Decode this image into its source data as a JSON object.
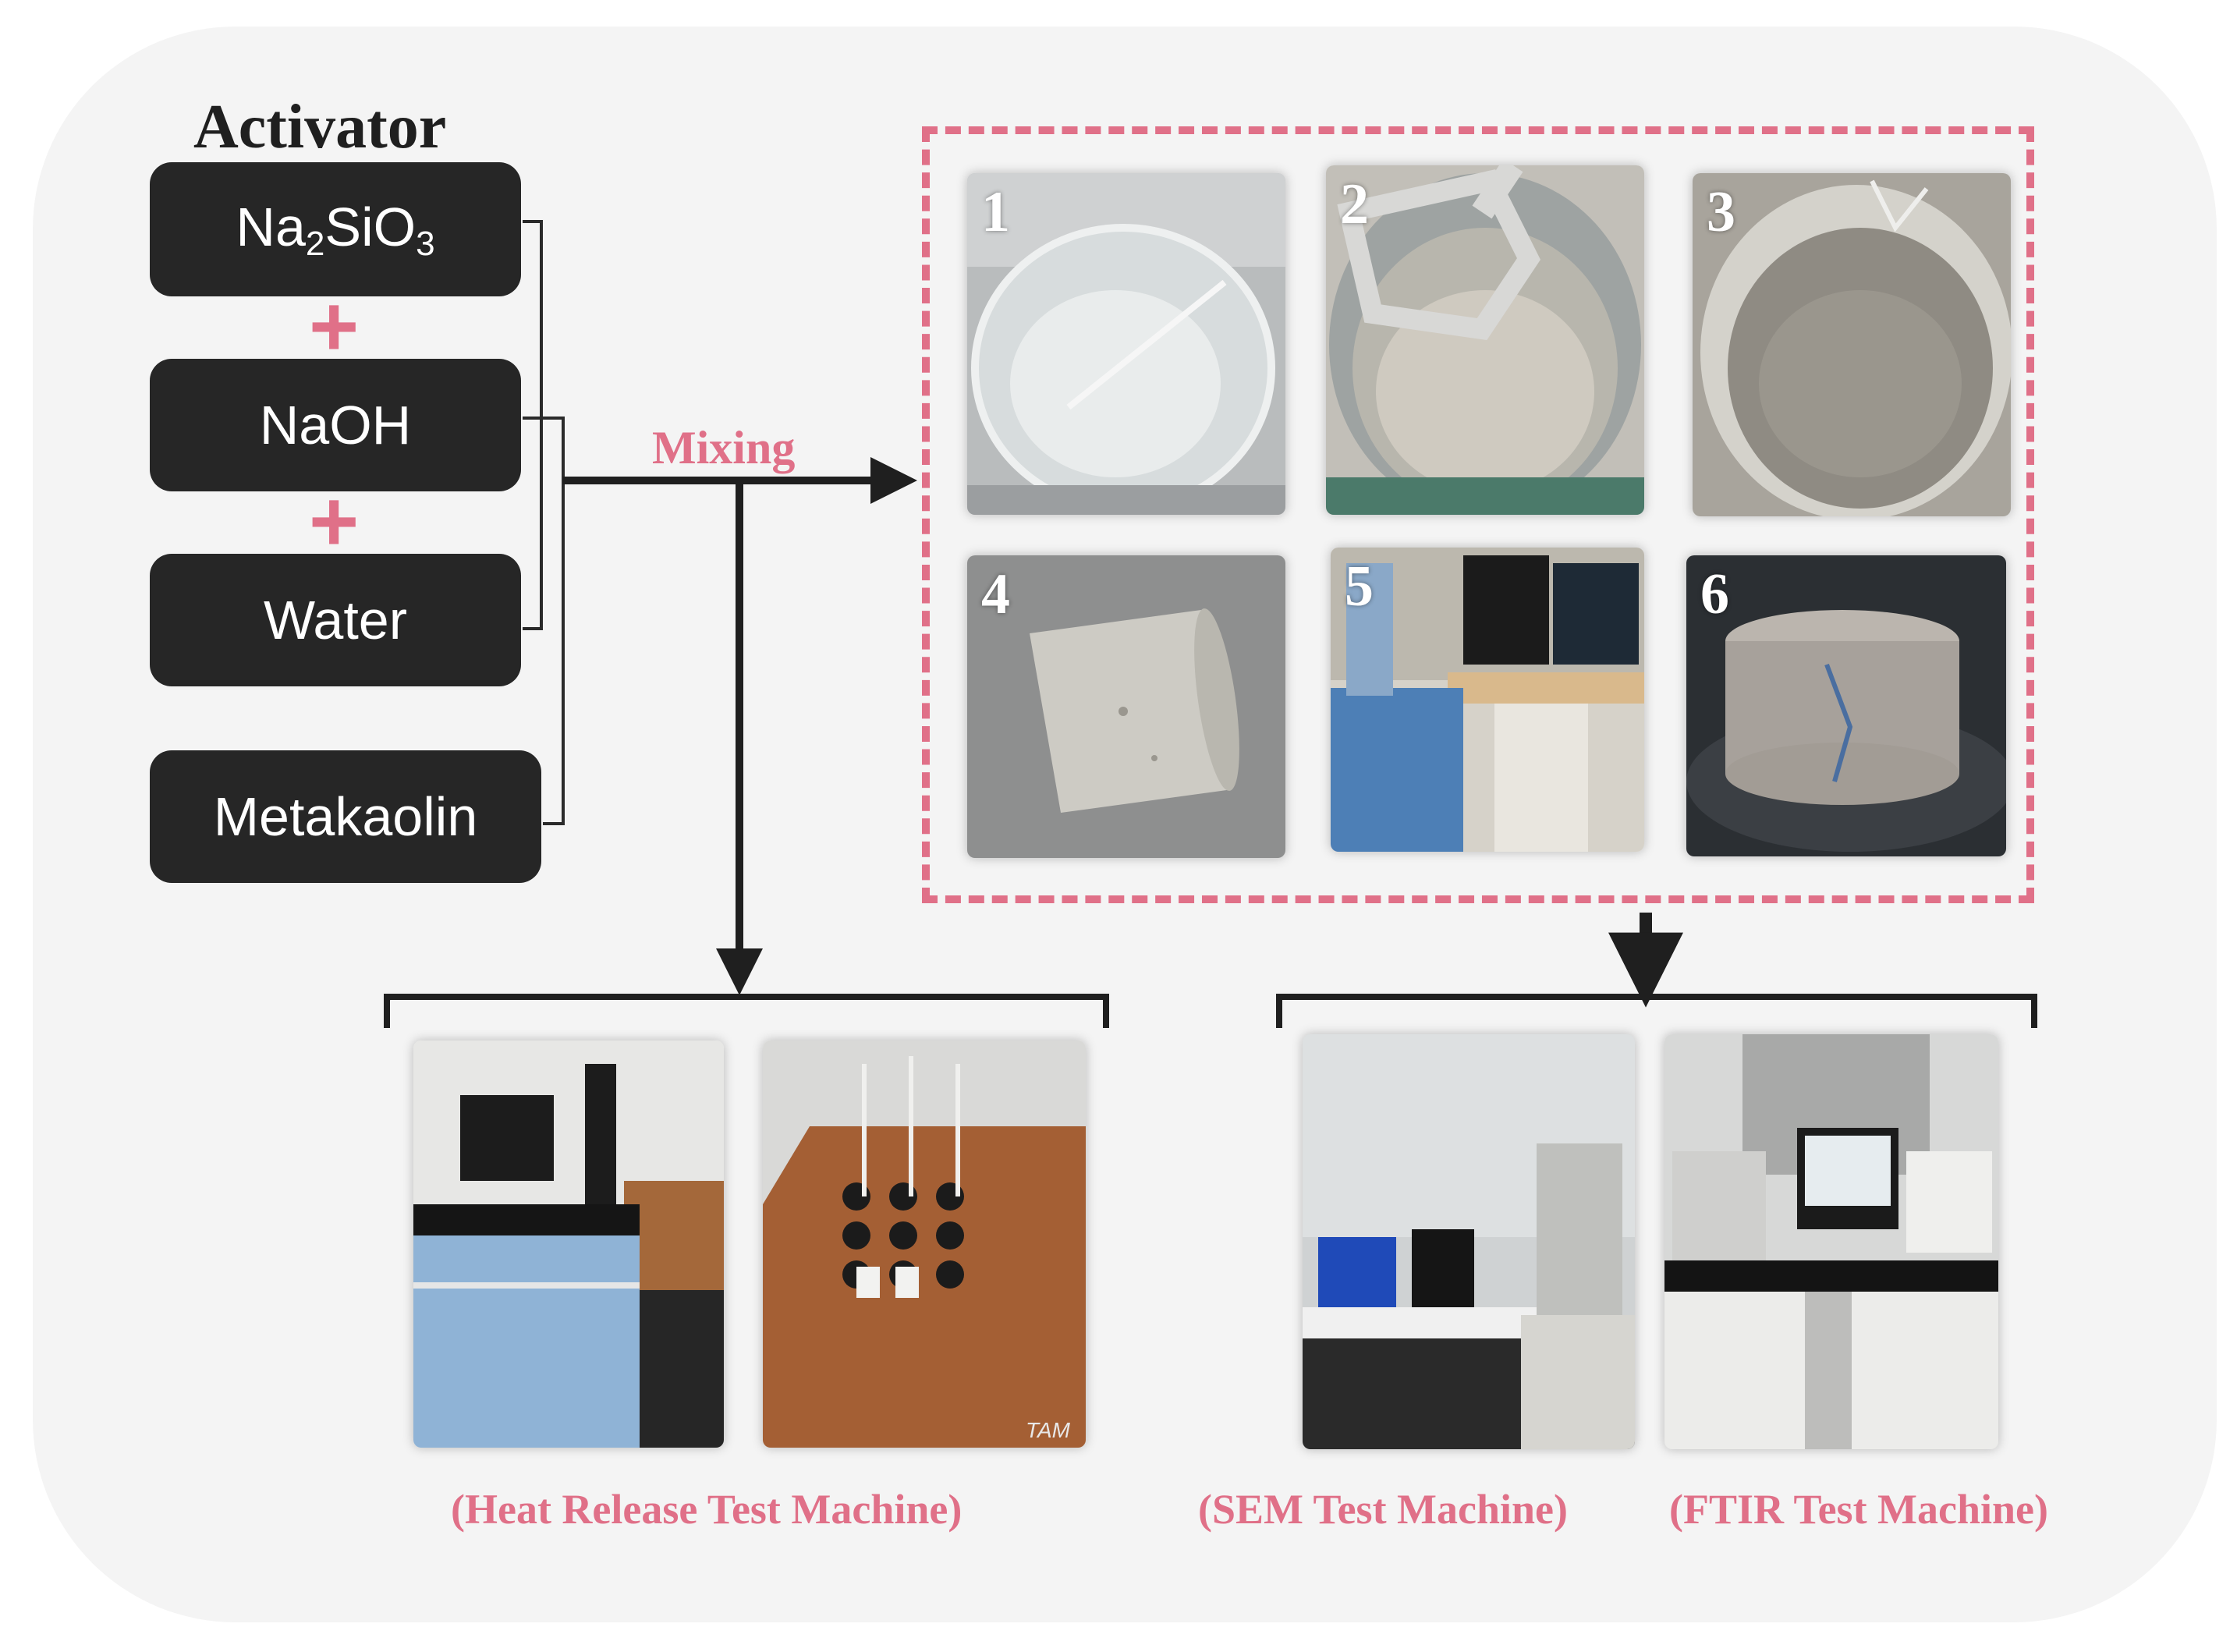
{
  "title": "Activator",
  "reagents": {
    "na2sio3": {
      "base": "Na",
      "sub1": "2",
      "mid": "SiO",
      "sub2": "3"
    },
    "naoh": "NaOH",
    "water": "Water",
    "metakaolin": "Metakaolin"
  },
  "plus_symbol": "+",
  "mixing_label": "Mixing",
  "process_photos": [
    {
      "num": "1",
      "subject": "beaker with activator solution"
    },
    {
      "num": "2",
      "subject": "mixer paddle in bowl"
    },
    {
      "num": "3",
      "subject": "mixed paste in bowl"
    },
    {
      "num": "4",
      "subject": "cylindrical specimen"
    },
    {
      "num": "5",
      "subject": "compression testing machine"
    },
    {
      "num": "6",
      "subject": "fractured specimen"
    }
  ],
  "test_photos": [
    {
      "subject": "computer with calorimeter"
    },
    {
      "subject": "TAM calorimeter top",
      "watermark": "TAM"
    },
    {
      "subject": "SEM instrument"
    },
    {
      "subject": "FTIR instrument"
    }
  ],
  "captions": {
    "heat": "(Heat Release Test Machine)",
    "sem": "(SEM Test Machine)",
    "ftir": "(FTIR Test Machine)"
  },
  "colors": {
    "accent": "#e07088",
    "box": "#262626",
    "background": "#f4f4f4"
  }
}
